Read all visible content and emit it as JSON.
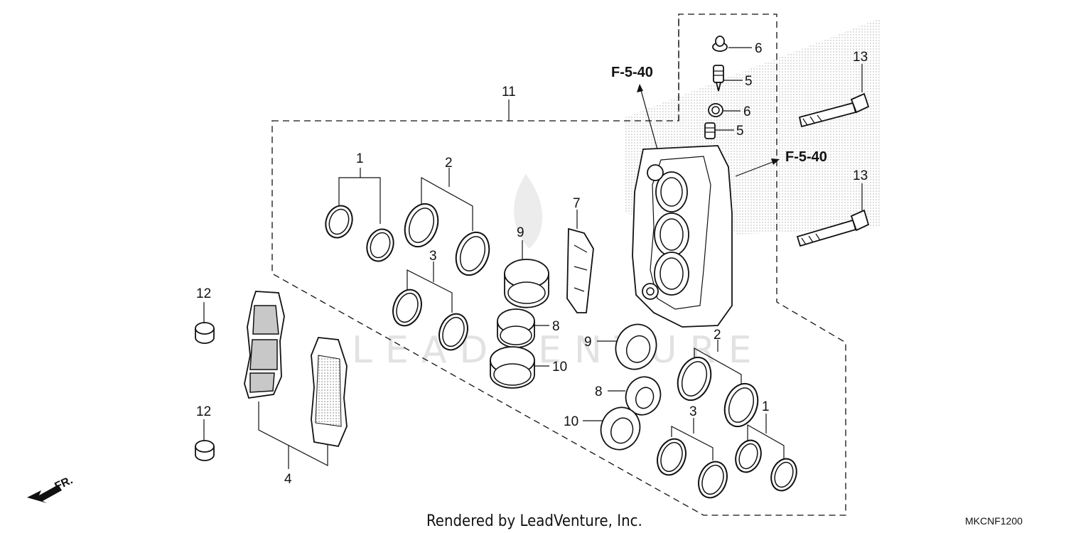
{
  "watermark": "LEADVENTURE",
  "labels": {
    "l1a": "1",
    "l1b": "1",
    "l2a": "2",
    "l2b": "2",
    "l3a": "3",
    "l3b": "3",
    "l4": "4",
    "l5a": "5",
    "l5b": "5",
    "l6a": "6",
    "l6b": "6",
    "l7": "7",
    "l8a": "8",
    "l8b": "8",
    "l9a": "9",
    "l9b": "9",
    "l10a": "10",
    "l10b": "10",
    "l11": "11",
    "l12a": "12",
    "l12b": "12",
    "l13a": "13",
    "l13b": "13"
  },
  "refs": {
    "top": "F-5-40",
    "right": "F-5-40"
  },
  "front_marker": "FR.",
  "footer": "Rendered by LeadVenture, Inc.",
  "diagram_code": "MKCNF1200",
  "colors": {
    "line": "#111111",
    "watermark": "#e2e2e2",
    "shade": "#c8c8c8"
  }
}
